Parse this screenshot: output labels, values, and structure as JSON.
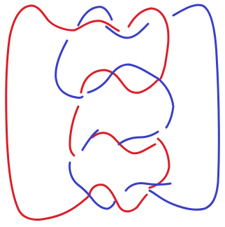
{
  "diagram": {
    "type": "knot-diagram",
    "components": [
      {
        "name": "red-strand",
        "color": "#d9202a"
      },
      {
        "name": "blue-strand",
        "color": "#3b3fc4"
      }
    ],
    "background_color": "#ffffff"
  }
}
